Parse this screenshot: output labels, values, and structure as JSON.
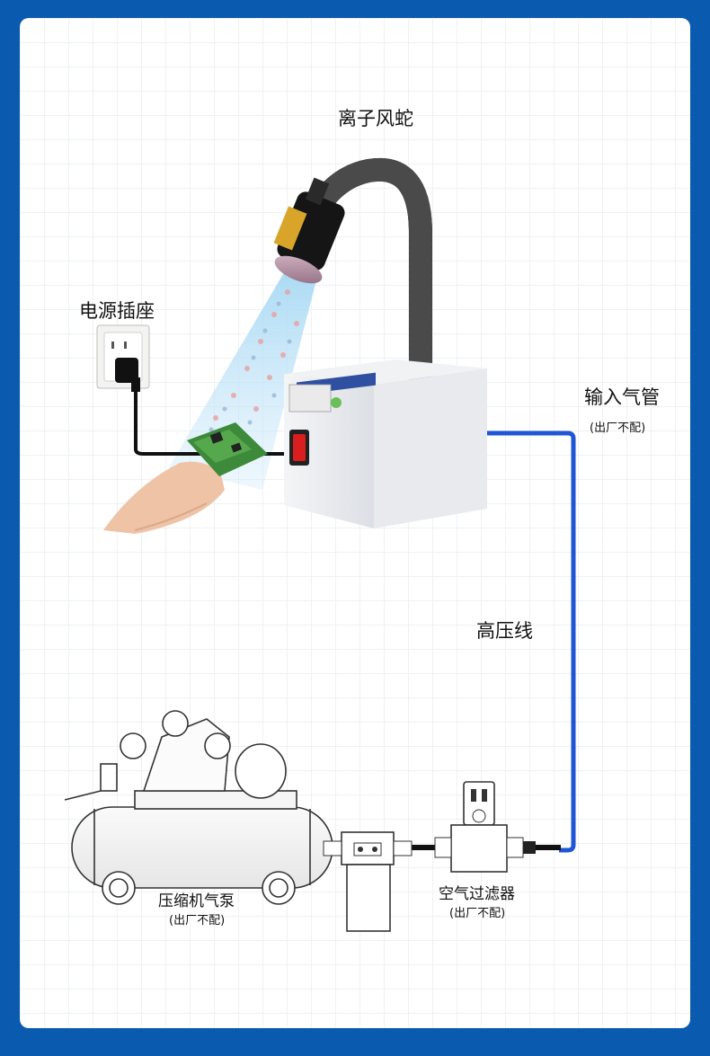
{
  "labels": {
    "ion_snake": "离子风蛇",
    "power_socket": "电源插座",
    "input_air_pipe": "输入气管",
    "not_included_1": "(出厂不配)",
    "high_voltage_line": "高压线",
    "compressor": "压缩机气泵",
    "not_included_2": "(出厂不配)",
    "air_filter": "空气过滤器",
    "not_included_3": "(出厂不配)"
  },
  "colors": {
    "frame": "#0a5bb0",
    "pipe": "#1e56d6",
    "ion_beam": "#bfe3f7",
    "switch": "#d81e1e"
  },
  "icons": [
    "ion-snake-device",
    "power-socket-icon",
    "compressor-icon",
    "air-filter-icon",
    "regulator-icon",
    "hand-with-pcb"
  ]
}
